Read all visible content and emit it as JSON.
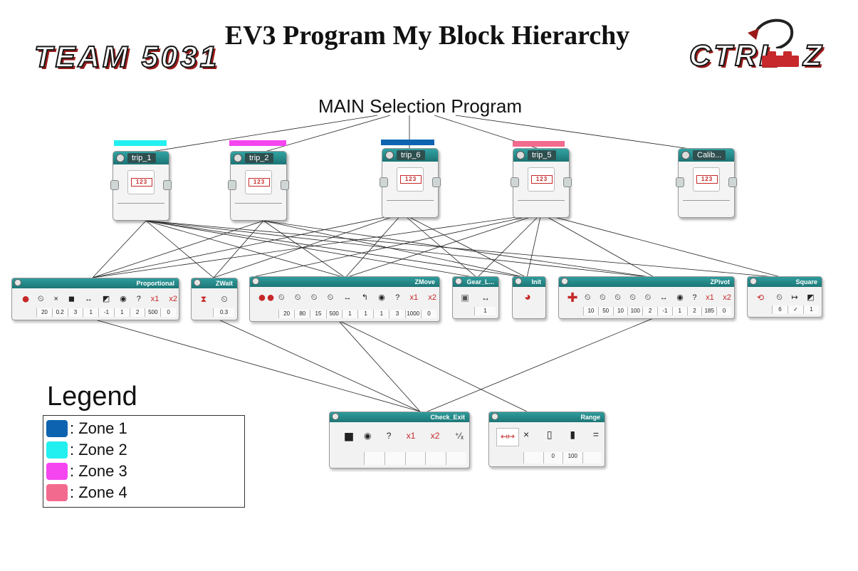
{
  "title": "EV3 Program My Block Hierarchy",
  "subtitle": "MAIN Selection Program",
  "logos": {
    "team": "TEAM 5031",
    "ctrl": "CTRL",
    "z": "Z"
  },
  "colors": {
    "zone1": "#0e63b0",
    "zone2": "#22f0f0",
    "zone3": "#f545f0",
    "zone4": "#f26a8d",
    "header_teal": "#1f7b7b"
  },
  "trips": [
    {
      "name": "trip_1",
      "zone_color": "#22f0f0"
    },
    {
      "name": "trip_2",
      "zone_color": "#f545f0"
    },
    {
      "name": "trip_6",
      "zone_color": "#0e63b0"
    },
    {
      "name": "trip_5",
      "zone_color": "#f26a8d"
    },
    {
      "name": "Calib...",
      "zone_color": ""
    }
  ],
  "trip_icon_text": "123",
  "blocks": {
    "proportional": {
      "label": "Proportional",
      "icons": [
        "⏲",
        "×",
        "◼",
        "↔",
        "◩",
        "◉",
        "?",
        "x1",
        "x2"
      ],
      "values": [
        "20",
        "0.2",
        "3",
        "1",
        "-1",
        "1",
        "2",
        "500",
        "0"
      ]
    },
    "zwait": {
      "label": "ZWait",
      "values": [
        "0.3"
      ]
    },
    "zmove": {
      "label": "ZMove",
      "icons": [
        "⏲",
        "⏲",
        "⏲",
        "⏲",
        "↔",
        "↰",
        "◉",
        "?",
        "x1",
        "x2"
      ],
      "values": [
        "20",
        "80",
        "15",
        "500",
        "1",
        "1",
        "1",
        "3",
        "1000",
        "0"
      ]
    },
    "gear": {
      "label": "Gear_L...",
      "values": [
        "1"
      ]
    },
    "init": {
      "label": "Init"
    },
    "zpivot": {
      "label": "ZPivot",
      "icons": [
        "⏲",
        "⏲",
        "⏲",
        "⏲",
        "⏲",
        "↔",
        "◉",
        "?",
        "x1",
        "x2"
      ],
      "values": [
        "10",
        "50",
        "10",
        "100",
        "2",
        "-1",
        "1",
        "2",
        "185",
        "0"
      ]
    },
    "square": {
      "label": "Square",
      "values": [
        "6",
        "✓",
        "1"
      ]
    },
    "check_exit": {
      "label": "Check_Exit",
      "icons": [
        "◉",
        "?",
        "x1",
        "x2",
        "⁺⁄ₓ"
      ]
    },
    "range": {
      "label": "Range",
      "icons": [
        "×",
        "▯",
        "▮",
        "="
      ],
      "values": [
        "0",
        "100"
      ]
    }
  },
  "legend": {
    "title": "Legend",
    "items": [
      {
        "label": ": Zone 1",
        "color": "#0e63b0"
      },
      {
        "label": ": Zone 2",
        "color": "#22f0f0"
      },
      {
        "label": ": Zone 3",
        "color": "#f545f0"
      },
      {
        "label": ": Zone 4",
        "color": "#f26a8d"
      }
    ]
  }
}
